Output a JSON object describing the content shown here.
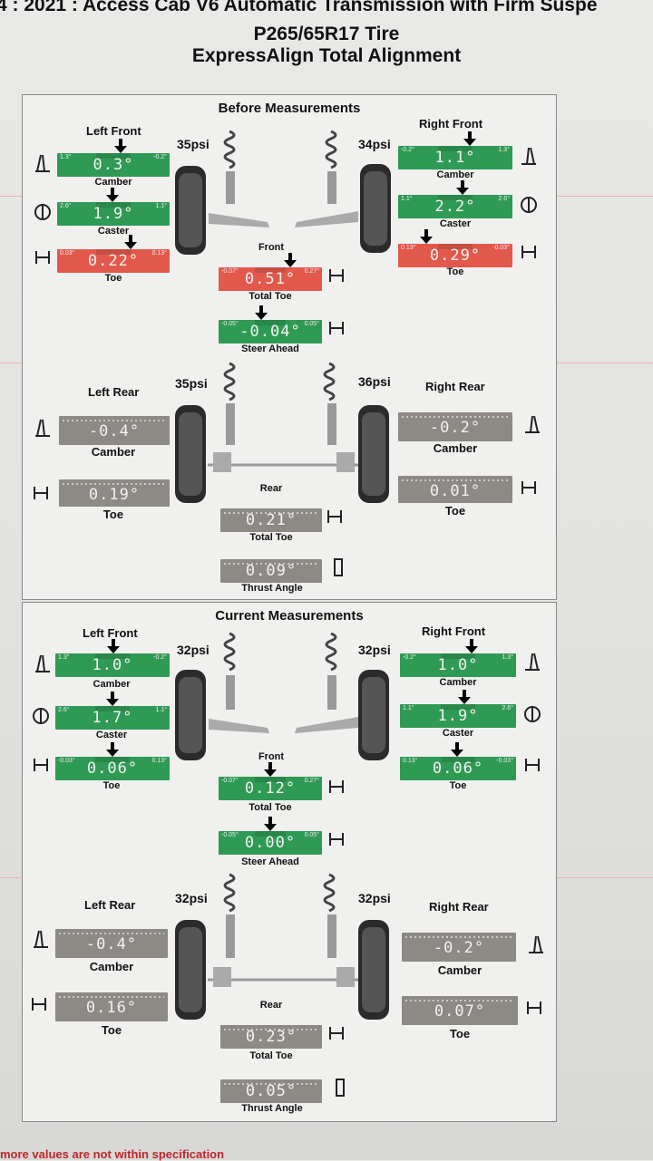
{
  "header": {
    "line1": "4 : 2021 : Access Cab V6 Automatic Transmission with Firm Suspe",
    "line2": "P265/65R17 Tire",
    "line3": "ExpressAlign Total Alignment"
  },
  "footer_text": "more values are not within specification",
  "before": {
    "title": "Before Measurements",
    "left_front": "Left Front",
    "right_front": "Right Front",
    "front": "Front",
    "left_rear": "Left Rear",
    "right_rear": "Right Rear",
    "rear": "Rear",
    "psi_lf": "35psi",
    "psi_rf": "34psi",
    "psi_lr": "35psi",
    "psi_rr": "36psi",
    "lf_camber": {
      "value": "0.3°",
      "min": "1.3°",
      "max": "-0.2°",
      "label": "Camber"
    },
    "lf_caster": {
      "value": "1.9°",
      "min": "2.6°",
      "max": "1.1°",
      "label": "Caster"
    },
    "lf_toe": {
      "value": "0.22°",
      "min": "0.03°",
      "max": "0.13°",
      "label": "Toe"
    },
    "rf_camber": {
      "value": "1.1°",
      "min": "-0.2°",
      "max": "1.3°",
      "label": "Camber"
    },
    "rf_caster": {
      "value": "2.2°",
      "min": "1.1°",
      "max": "2.6°",
      "label": "Caster"
    },
    "rf_toe": {
      "value": "0.29°",
      "min": "0.13°",
      "max": "-0.03°",
      "label": "Toe"
    },
    "total_toe_front": {
      "value": "0.51°",
      "min": "-0.07°",
      "max": "0.27°",
      "label": "Total Toe"
    },
    "steer_ahead": {
      "value": "-0.04°",
      "min": "-0.05°",
      "max": "0.05°",
      "label": "Steer Ahead"
    },
    "lr_camber": {
      "value": "-0.4°",
      "label": "Camber"
    },
    "lr_toe": {
      "value": "0.19°",
      "label": "Toe"
    },
    "rr_camber": {
      "value": "-0.2°",
      "label": "Camber"
    },
    "rr_toe": {
      "value": "0.01°",
      "label": "Toe"
    },
    "total_toe_rear": {
      "value": "0.21°",
      "label": "Total Toe"
    },
    "thrust_angle": {
      "value": "0.09°",
      "label": "Thrust Angle"
    }
  },
  "current": {
    "title": "Current Measurements",
    "left_front": "Left Front",
    "right_front": "Right Front",
    "front": "Front",
    "left_rear": "Left Rear",
    "right_rear": "Right Rear",
    "rear": "Rear",
    "psi_lf": "32psi",
    "psi_rf": "32psi",
    "psi_lr": "32psi",
    "psi_rr": "32psi",
    "lf_camber": {
      "value": "1.0°",
      "min": "1.3°",
      "max": "-0.2°",
      "label": "Camber"
    },
    "lf_caster": {
      "value": "1.7°",
      "min": "2.6°",
      "max": "1.1°",
      "label": "Caster"
    },
    "lf_toe": {
      "value": "0.06°",
      "min": "-0.03°",
      "max": "0.13°",
      "label": "Toe"
    },
    "rf_camber": {
      "value": "1.0°",
      "min": "-0.2°",
      "max": "1.3°",
      "label": "Camber"
    },
    "rf_caster": {
      "value": "1.9°",
      "min": "1.1°",
      "max": "2.6°",
      "label": "Caster"
    },
    "rf_toe": {
      "value": "0.06°",
      "min": "0.13°",
      "max": "-0.03°",
      "label": "Toe"
    },
    "total_toe_front": {
      "value": "0.12°",
      "min": "-0.07°",
      "max": "0.27°",
      "label": "Total Toe"
    },
    "steer_ahead": {
      "value": "0.00°",
      "min": "-0.05°",
      "max": "0.05°",
      "label": "Steer Ahead"
    },
    "lr_camber": {
      "value": "-0.4°",
      "label": "Camber"
    },
    "lr_toe": {
      "value": "0.16°",
      "label": "Toe"
    },
    "rr_camber": {
      "value": "-0.2°",
      "label": "Camber"
    },
    "rr_toe": {
      "value": "0.07°",
      "label": "Toe"
    },
    "total_toe_rear": {
      "value": "0.23°",
      "label": "Total Toe"
    },
    "thrust_angle": {
      "value": "0.05°",
      "label": "Thrust Angle"
    }
  },
  "colors": {
    "in_spec": "#2f9a54",
    "out_of_spec": "#e2594c",
    "no_spec": "#8d8984"
  }
}
